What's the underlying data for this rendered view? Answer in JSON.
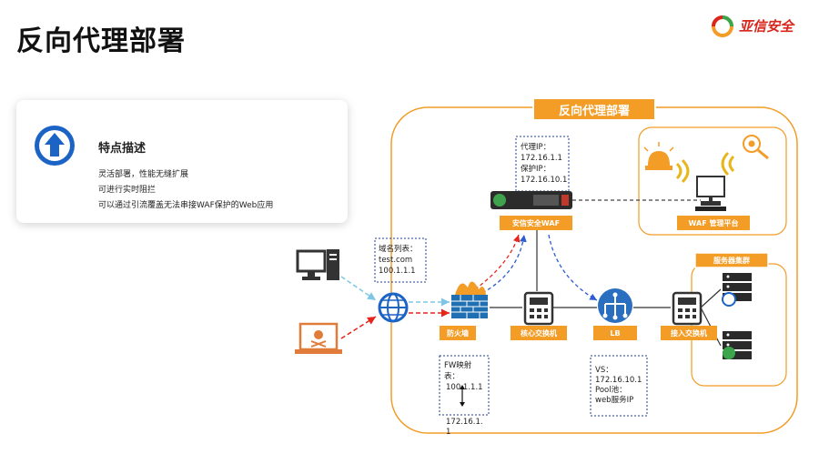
{
  "page": {
    "title": "反向代理部署"
  },
  "brand": {
    "name": "亚信安全"
  },
  "features": {
    "heading": "特点描述",
    "items": [
      "灵活部署，性能无缝扩展",
      "可进行实时阻拦",
      "可以通过引流覆盖无法串接WAF保护的Web应用"
    ]
  },
  "diagram": {
    "banner": "反向代理部署",
    "proxy_info": [
      "代理IP：",
      "172.16.1.1",
      "保护IP：",
      "172.16.10.1"
    ],
    "waf_label": "安信安全WAF",
    "mgmt_label": "WAF 管理平台",
    "server_group_label": "服务器集群",
    "domain_list": [
      "域名列表：",
      "test.com",
      "100.1.1.1"
    ],
    "firewall_label": "防火墙",
    "core_switch_label": "核心交换机",
    "lb_label": "LB",
    "access_switch_label": "接入交换机",
    "fw_map": [
      "FW映射",
      "表：",
      "100.1.1.1",
      "172.16.1.",
      "1"
    ],
    "vs_info": [
      "VS：",
      "172.16.10.1",
      "Pool池：",
      "web服务IP"
    ]
  },
  "colors": {
    "accent": "#f39c26",
    "title": "#111111",
    "brand_red": "#d9261c",
    "icon_blue": "#1b64c6",
    "normal_flow": "#7fc6e6",
    "attack_flow": "#e8231a",
    "waf_flow": "#2d5bd1"
  }
}
